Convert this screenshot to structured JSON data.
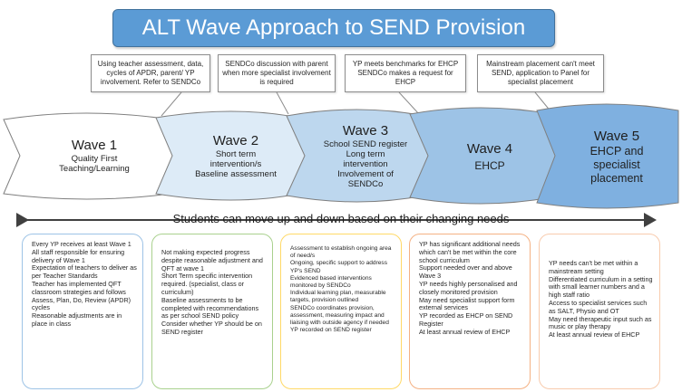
{
  "title": "ALT Wave Approach to SEND Provision",
  "callouts": [
    "Using teacher assessment, data, cycles of APDR, parent/ YP involvement. Refer to SENDCo",
    "SENDCo discussion with parent when more specialist involvement is required",
    "YP meets benchmarks for EHCP SENDCo makes a request for EHCP",
    "Mainstream placement can't meet SEND, application to Panel for specialist placement"
  ],
  "waves": [
    {
      "title": "Wave 1",
      "sub": [
        "Quality First",
        "Teaching/Learning"
      ],
      "color": "#ffffff"
    },
    {
      "title": "Wave 2",
      "sub": [
        "Short term",
        "intervention/s",
        "Baseline assessment"
      ],
      "color": "#ddebf7"
    },
    {
      "title": "Wave 3",
      "sub": [
        "School SEND register",
        "Long term",
        "intervention",
        "Involvement of",
        "SENDCo"
      ],
      "color": "#bdd7ee"
    },
    {
      "title": "Wave 4",
      "sub": [
        "EHCP"
      ],
      "color": "#9dc3e6"
    },
    {
      "title": "Wave 5",
      "sub": [
        "EHCP and",
        "specialist",
        "placement"
      ],
      "color": "#7fb0e0"
    }
  ],
  "arrow_label": "Students can move up and down based on their changing needs",
  "boxes": [
    {
      "border": "#9dc3e6",
      "items": [
        "Every YP receives at least Wave 1",
        "All staff responsible for ensuring delivery of Wave 1",
        "Expectation of teachers to deliver as per Teacher Standards",
        "Teacher has implemented QFT classroom strategies and follows Assess, Plan, Do, Review (APDR) cycles",
        "Reasonable adjustments are in place in class"
      ]
    },
    {
      "border": "#a9d18e",
      "items": [
        "Not making expected progress despite reasonable adjustment and QFT at wave 1",
        "Short Term specific intervention required. (specialist, class or curriculum)",
        "Baseline assessments to be completed with recommendations as per school SEND policy",
        "Consider whether YP should be on SEND register"
      ]
    },
    {
      "border": "#ffd966",
      "items": [
        "Assessment to establish ongoing area of need/s",
        "Ongoing, specific support to address YP's SEND",
        "Evidenced based interventions monitored by SENDCo",
        "Individual learning plan, measurable targets, provision outlined",
        "SENDCo coordinates provision, assessment, measuring impact and liaising with outside agency if needed",
        "YP recorded on SEND register"
      ]
    },
    {
      "border": "#f4b183",
      "items": [
        "YP has significant additional needs which can't be met within the core school curriculum",
        "Support needed over and above Wave 3",
        "YP needs highly personalised and closely monitored provision",
        "May need specialist support form external services",
        "YP recorded as EHCP on SEND Register",
        "At least annual review of EHCP"
      ]
    },
    {
      "border": "#f8cbad",
      "items": [
        "YP needs can't be met within a mainstream setting",
        "Differentiated curriculum in a setting with small learner numbers and a high staff ratio",
        "Access to specialist services such as SALT, Physio and OT",
        "May need therapeutic input such as music or play therapy",
        "At least annual review of EHCP"
      ]
    }
  ]
}
